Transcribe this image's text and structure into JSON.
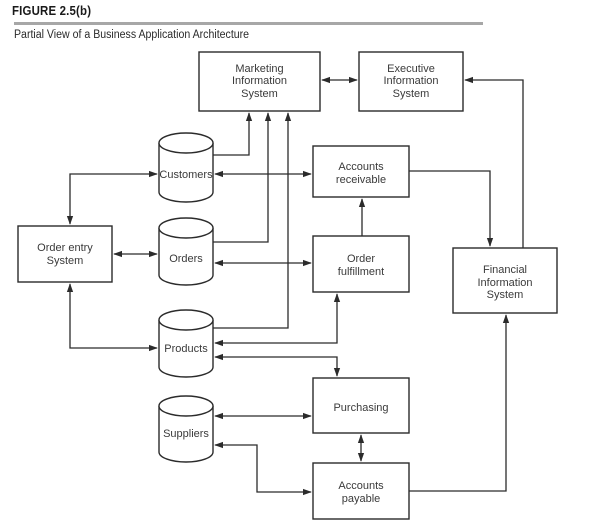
{
  "figure": {
    "number": "FIGURE 2.5(b)",
    "caption": "Partial View of a Business Application Architecture"
  },
  "systems": {
    "marketing": [
      "Marketing",
      "Information",
      "System"
    ],
    "executive": [
      "Executive",
      "Information",
      "System"
    ],
    "accounts_receivable": [
      "Accounts",
      "receivable"
    ],
    "order_fulfillment": [
      "Order",
      "fulfillment"
    ],
    "financial": [
      "Financial",
      "Information",
      "System"
    ],
    "order_entry": [
      "Order entry",
      "System"
    ],
    "purchasing": [
      "Purchasing"
    ],
    "accounts_payable": [
      "Accounts",
      "payable"
    ]
  },
  "databases": {
    "customers": "Customers",
    "orders": "Orders",
    "products": "Products",
    "suppliers": "Suppliers"
  },
  "connections": [
    {
      "from": "marketing",
      "to": "executive",
      "direction": "both"
    },
    {
      "from": "financial",
      "to": "executive",
      "direction": "one-way"
    },
    {
      "from": "customers",
      "to": "marketing",
      "direction": "one-way"
    },
    {
      "from": "orders",
      "to": "marketing",
      "direction": "one-way"
    },
    {
      "from": "products",
      "to": "marketing",
      "direction": "one-way"
    },
    {
      "from": "order_entry",
      "to": "customers",
      "direction": "both"
    },
    {
      "from": "customers",
      "to": "accounts_receivable",
      "direction": "both"
    },
    {
      "from": "order_entry",
      "to": "orders",
      "direction": "both"
    },
    {
      "from": "orders",
      "to": "order_fulfillment",
      "direction": "both"
    },
    {
      "from": "order_entry",
      "to": "products",
      "direction": "both"
    },
    {
      "from": "order_fulfillment",
      "to": "accounts_receivable",
      "direction": "one-way"
    },
    {
      "from": "accounts_receivable",
      "to": "financial",
      "direction": "one-way"
    },
    {
      "from": "products",
      "to": "order_fulfillment",
      "direction": "both"
    },
    {
      "from": "products",
      "to": "purchasing",
      "direction": "both"
    },
    {
      "from": "suppliers",
      "to": "purchasing",
      "direction": "both"
    },
    {
      "from": "suppliers",
      "to": "accounts_payable",
      "direction": "both"
    },
    {
      "from": "purchasing",
      "to": "accounts_payable",
      "direction": "both"
    },
    {
      "from": "accounts_payable",
      "to": "financial",
      "direction": "one-way"
    }
  ]
}
